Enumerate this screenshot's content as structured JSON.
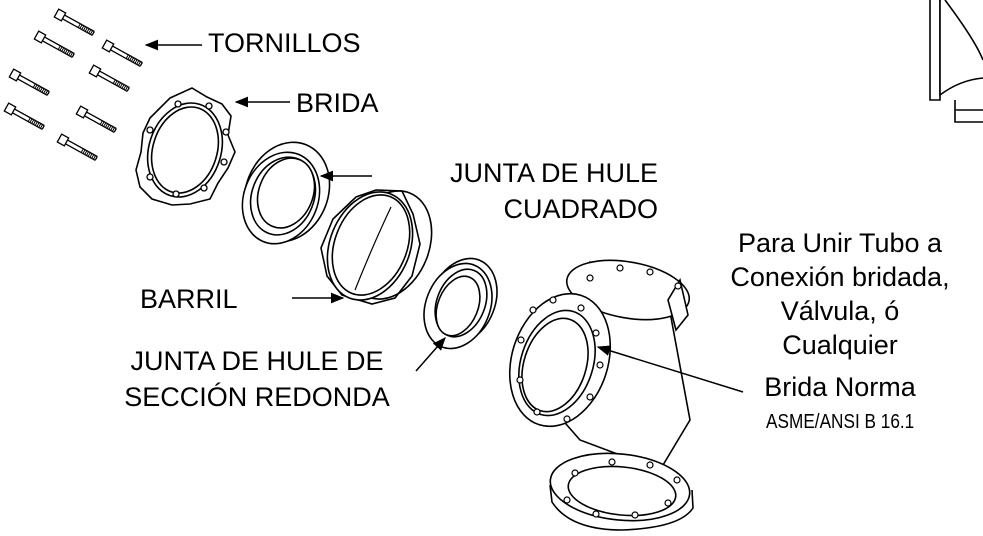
{
  "labels": {
    "tornillos": "TORNILLOS",
    "brida": "BRIDA",
    "junta_cuadrado_1": "JUNTA DE HULE",
    "junta_cuadrado_2": "CUADRADO",
    "barril": "BARRIL",
    "junta_redonda_1": "JUNTA DE HULE DE",
    "junta_redonda_2": "SECCIÓN REDONDA",
    "nota_1": "Para Unir Tubo a",
    "nota_2": "Conexión bridada,",
    "nota_3": "Válvula, ó",
    "nota_4": "Cualquier",
    "nota_5": "Brida Norma",
    "nota_6": "ASME/ANSI B 16.1"
  },
  "colors": {
    "line": "#000000",
    "background": "#ffffff"
  }
}
